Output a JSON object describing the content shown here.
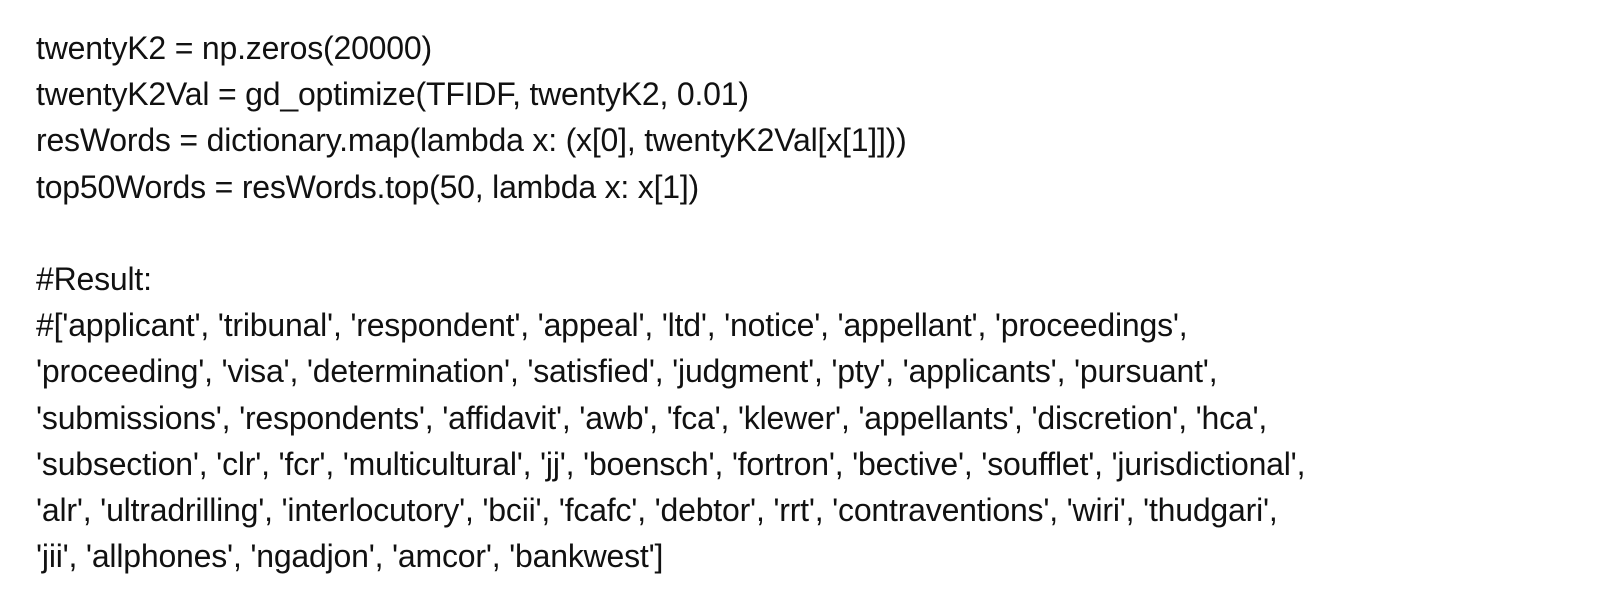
{
  "code_lines": [
    "twentyK2 = np.zeros(20000)",
    "twentyK2Val = gd_optimize(TFIDF, twentyK2, 0.01)",
    "resWords = dictionary.map(lambda x: (x[0], twentyK2Val[x[1]]))",
    "top50Words = resWords.top(50, lambda x: x[1])"
  ],
  "result_heading": "#Result:",
  "result_lines": [
    "#['applicant', 'tribunal', 'respondent', 'appeal', 'ltd', 'notice', 'appellant', 'proceedings',",
    "'proceeding', 'visa', 'determination', 'satisfied', 'judgment', 'pty', 'applicants', 'pursuant',",
    "'submissions', 'respondents', 'affidavit', 'awb', 'fca', 'klewer', 'appellants', 'discretion', 'hca',",
    "'subsection', 'clr', 'fcr', 'multicultural', 'jj', 'boensch', 'fortron', 'bective', 'soufflet', 'jurisdictional',",
    "'alr', 'ultradrilling', 'interlocutory', 'bcii', 'fcafc', 'debtor', 'rrt', 'contraventions', 'wiri', 'thudgari',",
    "'jii', 'allphones', 'ngadjon', 'amcor', 'bankwest']"
  ]
}
